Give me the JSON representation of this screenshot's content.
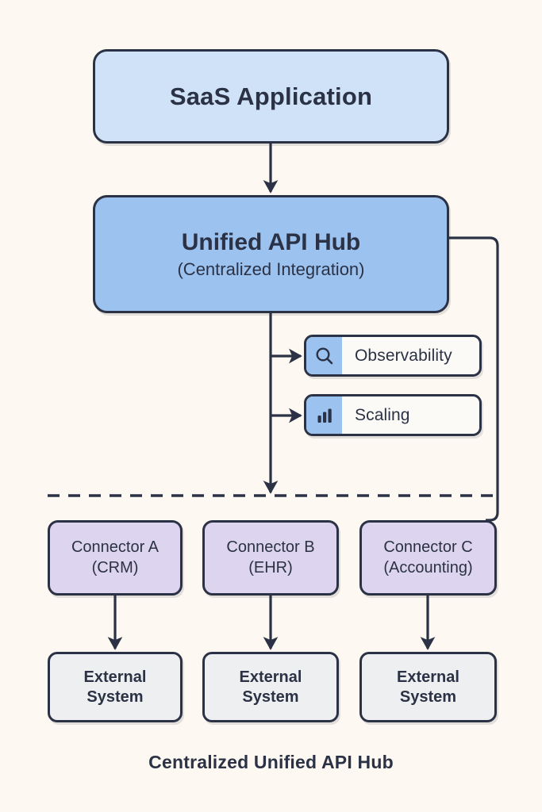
{
  "diagram": {
    "caption": "Centralized Unified API Hub",
    "background_color": "#fdf8f1",
    "stroke_color": "#2b3245"
  },
  "saas": {
    "title": "SaaS Application",
    "fill_color": "#cfe2f8"
  },
  "hub": {
    "title": "Unified API Hub",
    "subtitle": "(Centralized Integration)",
    "fill_color": "#9cc2f0"
  },
  "badges": [
    {
      "label": "Observability",
      "icon": "magnifier-icon",
      "icon_bg": "#9cc2f0"
    },
    {
      "label": "Scaling",
      "icon": "bar-chart-icon",
      "icon_bg": "#9cc2f0"
    }
  ],
  "connectors": [
    {
      "title": "Connector A",
      "subtitle": "(CRM)",
      "fill_color": "#ddd4ef"
    },
    {
      "title": "Connector B",
      "subtitle": "(EHR)",
      "fill_color": "#ddd4ef"
    },
    {
      "title": "Connector C",
      "subtitle": "(Accounting)",
      "fill_color": "#ddd4ef"
    }
  ],
  "external_systems": [
    {
      "line1": "External",
      "line2": "System",
      "fill_color": "#eeeff1"
    },
    {
      "line1": "External",
      "line2": "System",
      "fill_color": "#eeeff1"
    },
    {
      "line1": "External",
      "line2": "System",
      "fill_color": "#eeeff1"
    }
  ]
}
